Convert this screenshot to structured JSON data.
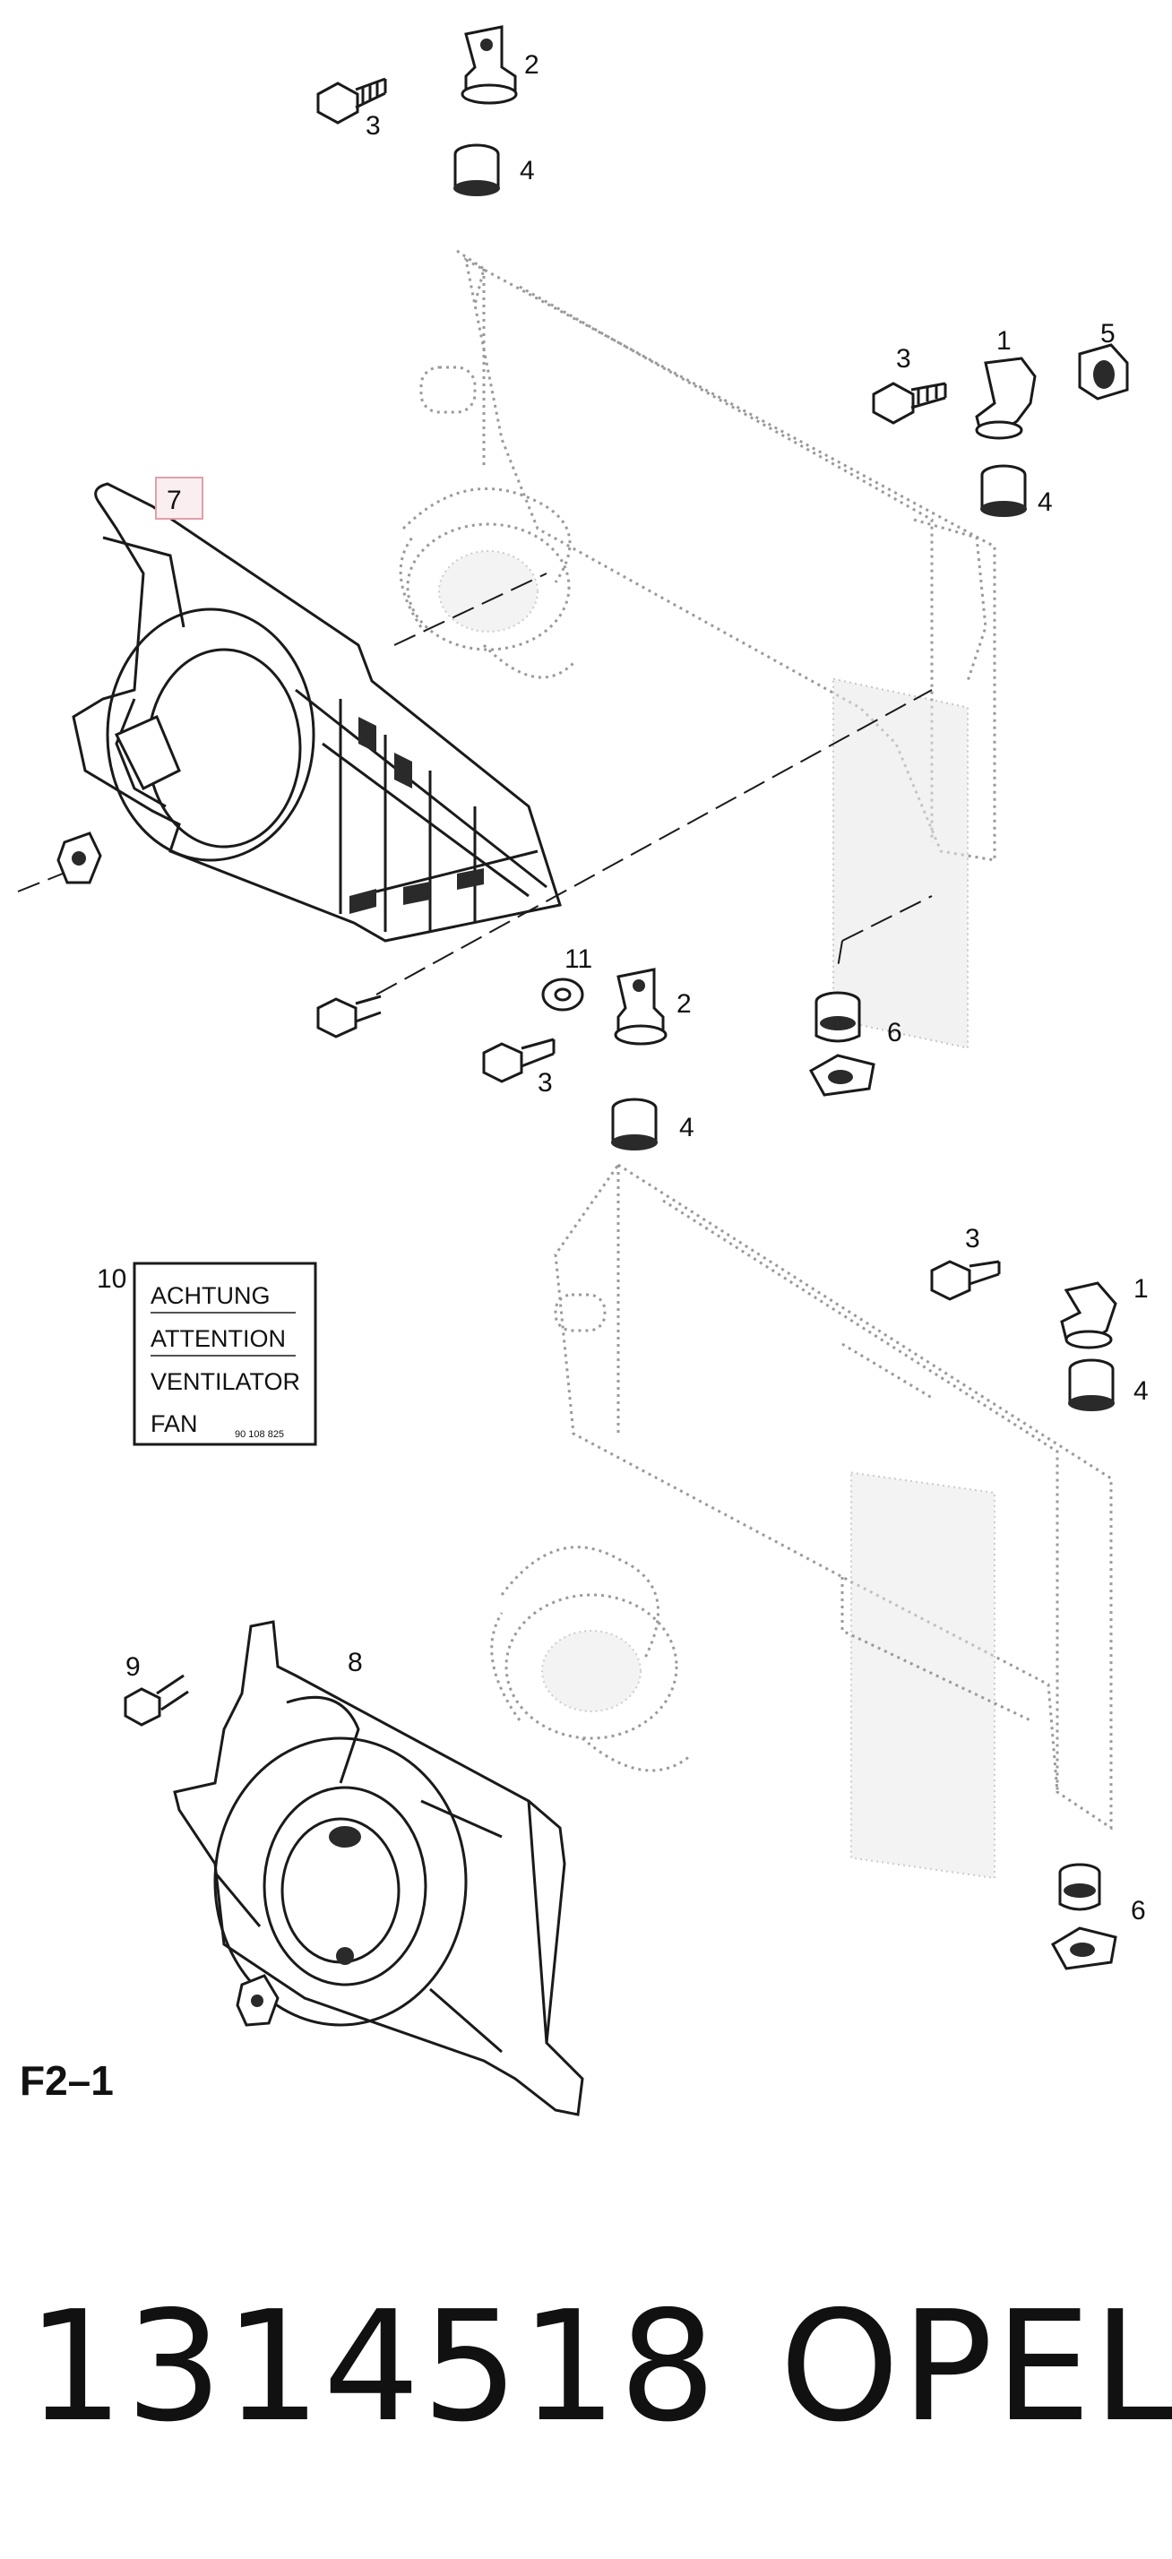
{
  "callouts": {
    "c1_top": "1",
    "c2_top": "2",
    "c3_top": "3",
    "c4_top": "4",
    "c3_right": "3",
    "c4_right": "4",
    "c5_right": "5",
    "c7": "7",
    "c11": "11",
    "c2_mid": "2",
    "c3_mid": "3",
    "c4_mid": "4",
    "c6_mid": "6",
    "c10": "10",
    "c3_low": "3",
    "c1_low": "1",
    "c4_low": "4",
    "c9": "9",
    "c8": "8",
    "c6_low": "6"
  },
  "warning_label": {
    "line1": "ACHTUNG",
    "line2": "ATTENTION",
    "line3": "VENTILATOR",
    "line4": "FAN",
    "code": "90  108  825"
  },
  "section_id": "F2–1",
  "part_number": "1314518",
  "brand": "OPEL",
  "colors": {
    "ink": "#111111",
    "ghost": "#9a9a9a",
    "highlight_box": "#e0a0a8"
  },
  "icons": [
    "bolt-icon",
    "bracket-icon",
    "grommet-icon",
    "rubber-nut-icon",
    "mount-icon",
    "washer-icon",
    "fan-shroud-icon",
    "radiator-icon",
    "fan-blade-icon"
  ]
}
